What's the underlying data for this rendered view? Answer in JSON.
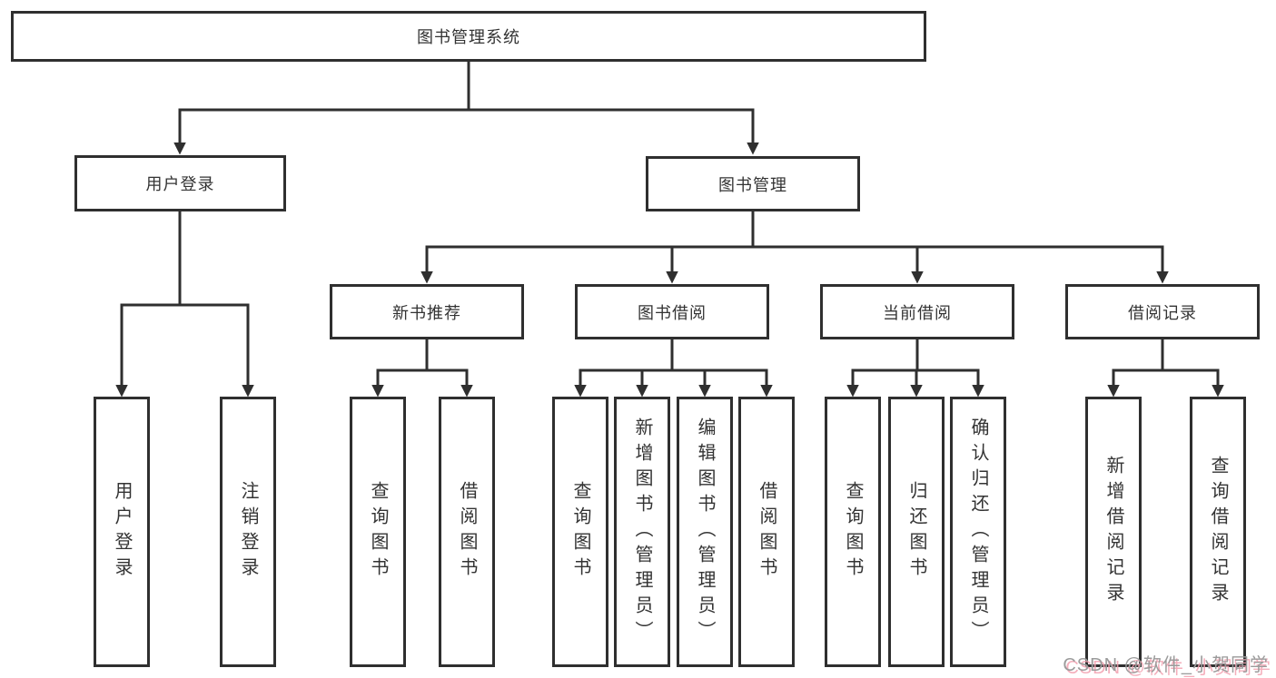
{
  "diagram": {
    "type": "function-tree",
    "colors": {
      "line": "#2f2f2f",
      "box_border": "#2f2f2f",
      "box_fill": "#ffffff",
      "text": "#333333",
      "background": "#ffffff",
      "watermark_gray": "#9b9b9b",
      "watermark_pink": "#f2a0af"
    },
    "nodes": {
      "root": {
        "label": "图书管理系统"
      },
      "level2": [
        {
          "label": "用户登录",
          "parent": "图书管理系统"
        },
        {
          "label": "图书管理",
          "parent": "图书管理系统"
        }
      ],
      "level3": [
        {
          "label": "新书推荐",
          "parent": "图书管理"
        },
        {
          "label": "图书借阅",
          "parent": "图书管理"
        },
        {
          "label": "当前借阅",
          "parent": "图书管理"
        },
        {
          "label": "借阅记录",
          "parent": "图书管理"
        }
      ],
      "level4": [
        {
          "label": "用户登录",
          "parent": "用户登录"
        },
        {
          "label": "注销登录",
          "parent": "用户登录"
        },
        {
          "label": "查询图书",
          "parent": "新书推荐"
        },
        {
          "label": "借阅图书",
          "parent": "新书推荐"
        },
        {
          "label": "查询图书",
          "parent": "图书借阅"
        },
        {
          "label": "新增图书（管理员）",
          "parent": "图书借阅"
        },
        {
          "label": "编辑图书（管理员）",
          "parent": "图书借阅"
        },
        {
          "label": "借阅图书",
          "parent": "图书借阅"
        },
        {
          "label": "查询图书",
          "parent": "当前借阅"
        },
        {
          "label": "归还图书",
          "parent": "当前借阅"
        },
        {
          "label": "确认归还（管理员）",
          "parent": "当前借阅"
        },
        {
          "label": "新增借阅记录",
          "parent": "借阅记录"
        },
        {
          "label": "查询借阅记录",
          "parent": "借阅记录"
        }
      ]
    }
  },
  "watermark": {
    "text": "CSDN @软件_小贺同学"
  }
}
